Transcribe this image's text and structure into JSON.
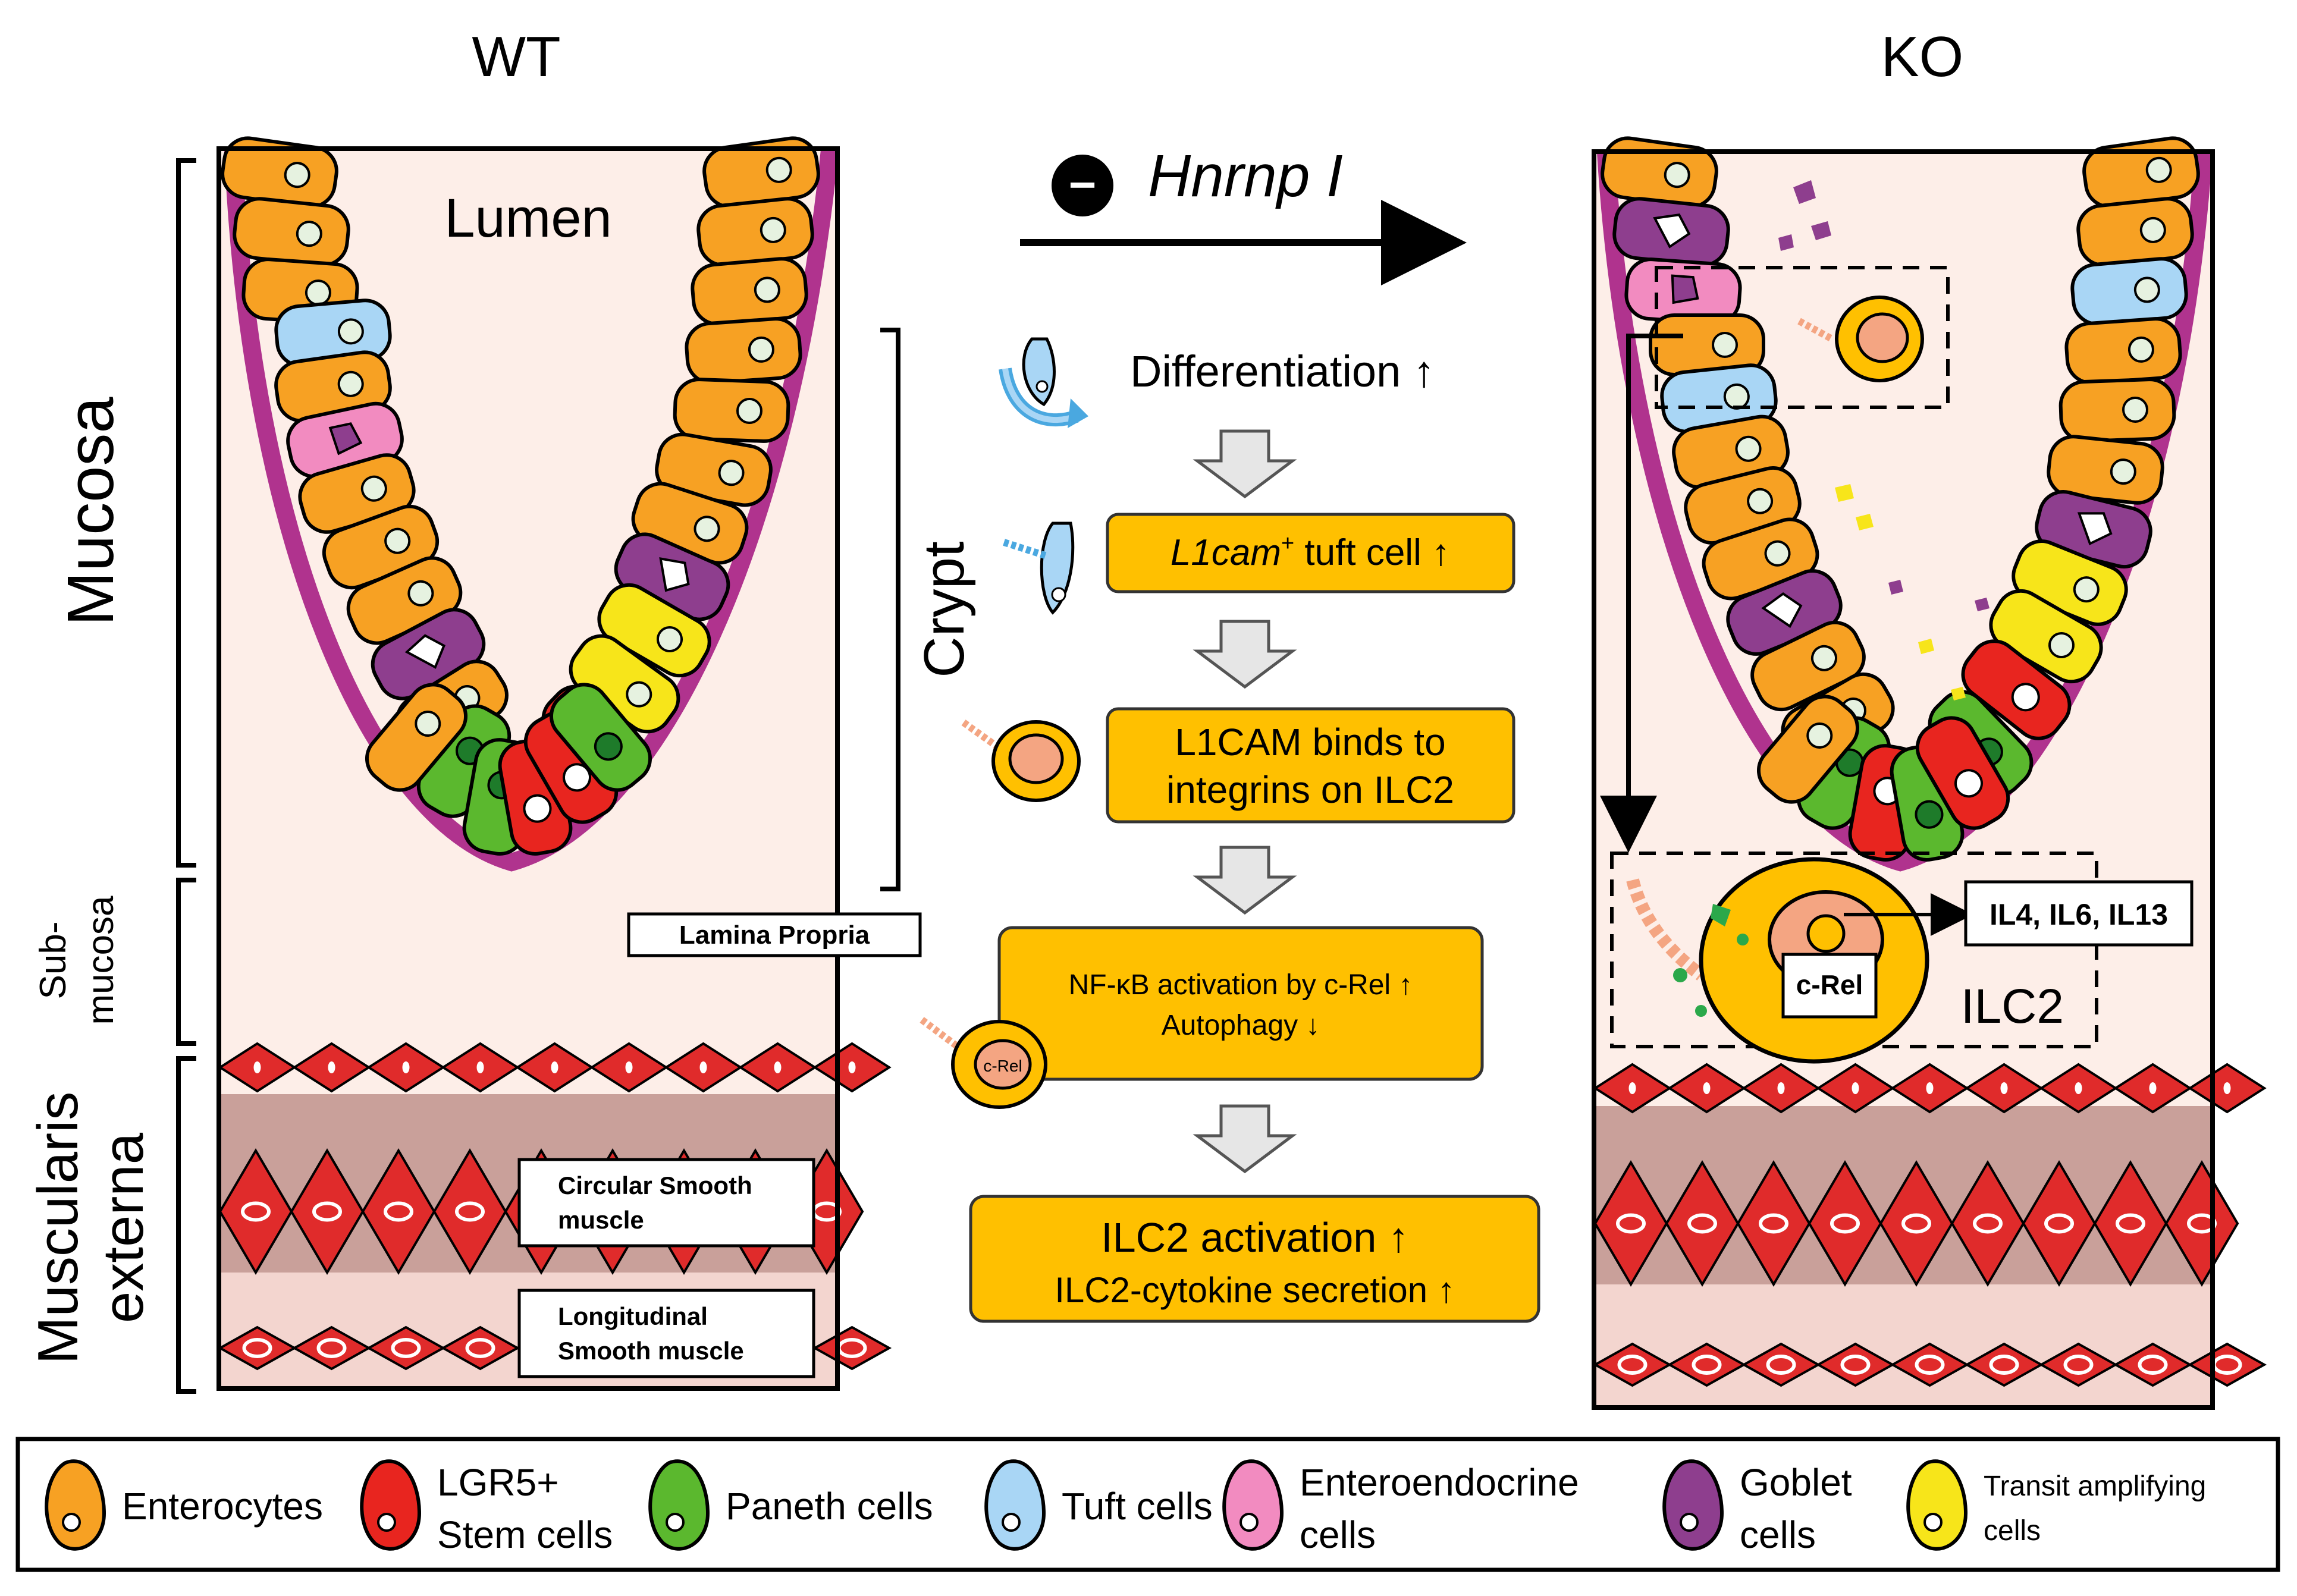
{
  "wt": {
    "title": "WT",
    "lumen": "Lumen",
    "lamina_propria": "Lamina Propria",
    "circular_line1": "Circular Smooth",
    "circular_line2": "muscle",
    "longitudinal_line1": "Longitudinal",
    "longitudinal_line2": "Smooth muscle"
  },
  "ko": {
    "title": "KO",
    "cytokines": "IL4, IL6, IL13",
    "crel": "c-Rel",
    "ilc2": "ILC2"
  },
  "side_labels": {
    "mucosa": "Mucosa",
    "submucosa_line1": "Sub-",
    "submucosa_line2": "mucosa",
    "muscularis_line1": "Muscularis",
    "muscularis_line2": "externa",
    "crypt": "Crypt"
  },
  "pathway": {
    "knockout_sign": "−",
    "gene": "Hnrnp I",
    "step1": "Differentiation ↑",
    "step2_italic": "L1cam",
    "step2_sup": "+",
    "step2_rest": " tuft cell ↑",
    "step3_line1": "L1CAM binds to",
    "step3_line2": "integrins on ILC2",
    "step4_line1": "NF-κB activation by c-Rel ↑",
    "step4_line2": "Autophagy ↓",
    "step4_cell_label": "c-Rel",
    "step5_line1": "ILC2 activation ↑",
    "step5_line2": "ILC2-cytokine secretion ↑"
  },
  "legend": [
    {
      "label_line1": "Enterocytes",
      "label_line2": "",
      "color": "#F7A123"
    },
    {
      "label_line1": "LGR5+",
      "label_line2": "Stem cells",
      "color": "#E8251F"
    },
    {
      "label_line1": "Paneth cells",
      "label_line2": "",
      "color": "#5BB82E"
    },
    {
      "label_line1": "Tuft cells",
      "label_line2": "",
      "color": "#A9D6F5"
    },
    {
      "label_line1": "Enteroendocrine",
      "label_line2": "cells",
      "color": "#F28BC0"
    },
    {
      "label_line1": "Goblet",
      "label_line2": "cells",
      "color": "#8E3E8E"
    },
    {
      "label_line1": "Transit amplifying",
      "label_line2": "cells",
      "color": "#F7E51A"
    }
  ],
  "colors": {
    "enterocyte": "#F7A123",
    "stem": "#E8251F",
    "paneth": "#5BB82E",
    "tuft": "#A9D6F5",
    "enteroendocrine": "#F28BC0",
    "goblet": "#8E3E8E",
    "transit": "#F7E51A",
    "flow_box": "#FFC000",
    "lumen_bg": "#FDEEE8",
    "muscle_band": "#C9A09A",
    "muscle_cell": "#E02B2B",
    "membrane": "#B0338E"
  }
}
